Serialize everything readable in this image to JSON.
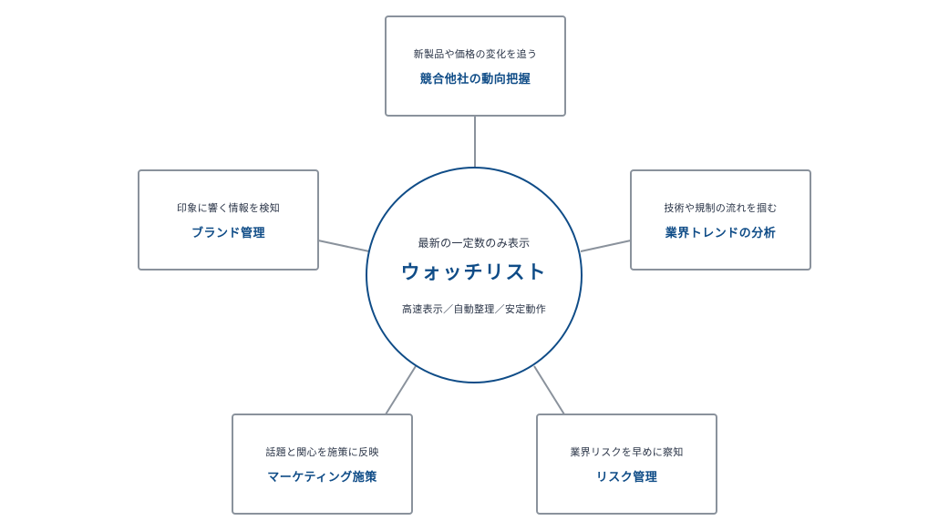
{
  "center": {
    "subtitle": "最新の一定数のみ表示",
    "title": "ウォッチリスト",
    "footer": "高速表示／自動整理／安定動作"
  },
  "nodes": {
    "top": {
      "subtitle": "新製品や価格の変化を追う",
      "title": "競合他社の動向把握"
    },
    "left": {
      "subtitle": "印象に響く情報を検知",
      "title": "ブランド管理"
    },
    "right": {
      "subtitle": "技術や規制の流れを掴む",
      "title": "業界トレンドの分析"
    },
    "bottom_left": {
      "subtitle": "話題と関心を施策に反映",
      "title": "マーケティング施策"
    },
    "bottom_right": {
      "subtitle": "業界リスクを早めに察知",
      "title": "リスク管理"
    }
  },
  "colors": {
    "accent": "#0f4c87",
    "border": "#8a929c",
    "connector": "#8a929c"
  }
}
